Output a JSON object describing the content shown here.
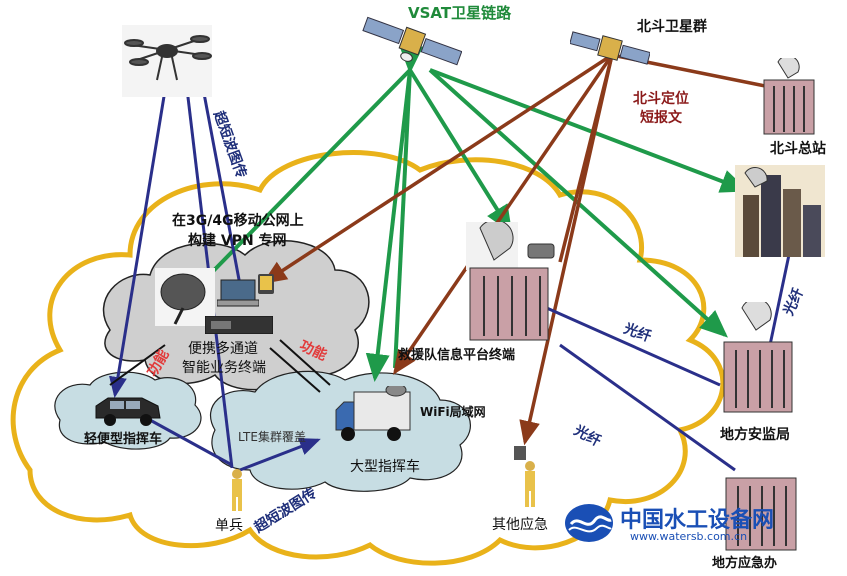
{
  "labels": {
    "vsat": "VSAT卫星链路",
    "beidou_constellation": "北斗卫星群",
    "beidou_msg_line1": "北斗定位",
    "beidou_msg_line2": "短报文",
    "beidou_hq": "北斗总站",
    "shortwave_top": "超短波图传",
    "public_net_line1": "在3G/4G移动公网上",
    "public_net_line2": "构建 VPN 专网",
    "portable_line1": "便携多通道",
    "portable_line2": "智能业务终端",
    "function_left": "功能",
    "function_right": "功能",
    "rescue_terminal": "救援队信息平台终端",
    "fiber_1": "光纤",
    "fiber_2": "光纤",
    "fiber_3": "光纤",
    "small_vehicle": "轻便型指挥车",
    "lte": "LTE集群覆盖",
    "wifi": "WiFi局域网",
    "large_vehicle": "大型指挥车",
    "shortwave_bottom": "超短波图传",
    "soldier": "单兵",
    "other_emergency": "其他应急",
    "local_safety": "地方安监局",
    "local_emergency": "地方应急办"
  },
  "watermark": {
    "title": "中国水工设备网",
    "url": "www.watersb.com.cn"
  },
  "colors": {
    "cloud_outline": "#e9b21a",
    "cloud_fill": "#ffffff",
    "inner_cloud": "#cfcfcf",
    "lte_cloud": "#c7dde3",
    "green_link": "#1f9a4a",
    "brown_link": "#8b3a1a",
    "navy_link": "#2a2f8a",
    "watermark_blue": "#1a4fb5"
  },
  "icons": [
    "drone-icon",
    "satellite-icon",
    "building-icon",
    "skyscraper-icon",
    "antenna-icon",
    "truck-icon",
    "suv-icon",
    "person-icon",
    "laptop-icon",
    "server-icon",
    "phone-icon",
    "dish-icon",
    "water-logo-icon"
  ]
}
